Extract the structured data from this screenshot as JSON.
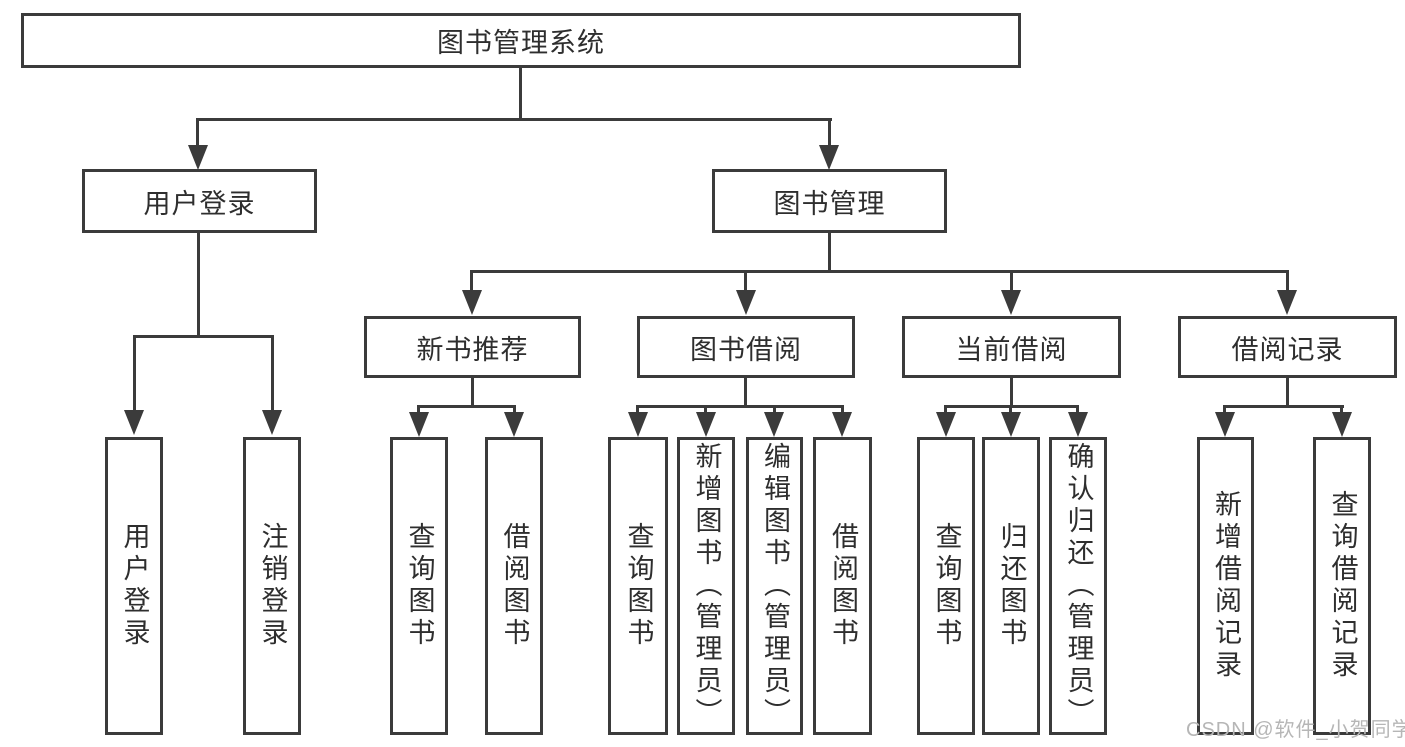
{
  "diagram": {
    "root": {
      "label": "图书管理系统",
      "children": [
        {
          "label": "用户登录",
          "children": [
            {
              "label": "用户登录"
            },
            {
              "label": "注销登录"
            }
          ]
        },
        {
          "label": "图书管理",
          "children": [
            {
              "label": "新书推荐",
              "children": [
                {
                  "label": "查询图书"
                },
                {
                  "label": "借阅图书"
                }
              ]
            },
            {
              "label": "图书借阅",
              "children": [
                {
                  "label": "查询图书"
                },
                {
                  "label": "新增图书（管理员）"
                },
                {
                  "label": "编辑图书（管理员）"
                },
                {
                  "label": "借阅图书"
                }
              ]
            },
            {
              "label": "当前借阅",
              "children": [
                {
                  "label": "查询图书"
                },
                {
                  "label": "归还图书"
                },
                {
                  "label": "确认归还（管理员）"
                }
              ]
            },
            {
              "label": "借阅记录",
              "children": [
                {
                  "label": "新增借阅记录"
                },
                {
                  "label": "查询借阅记录"
                }
              ]
            }
          ]
        }
      ]
    }
  },
  "watermark": {
    "text": "CSDN @软件_小贺同学"
  },
  "colors": {
    "line": "#3b3b3b",
    "text": "#2e2e2e",
    "background": "#ffffff",
    "watermark": "#b6b6b6"
  }
}
